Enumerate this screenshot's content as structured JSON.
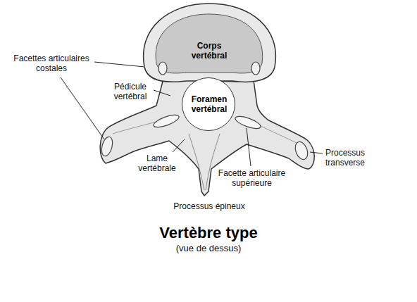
{
  "diagram": {
    "title": "Vertèbre type",
    "caption": "(vue de dessus)",
    "nodes": [
      {
        "text": [
          "Corps vertébral"
        ]
      },
      {
        "text": [
          "Foramen vertébral"
        ]
      }
    ],
    "labels": [
      "Facettes articulaires costales",
      "Pédicule vertébral",
      "Lame vertébrale",
      "Facette articulaire supérieure",
      "Processus transverse",
      "Processus épineux"
    ]
  }
}
